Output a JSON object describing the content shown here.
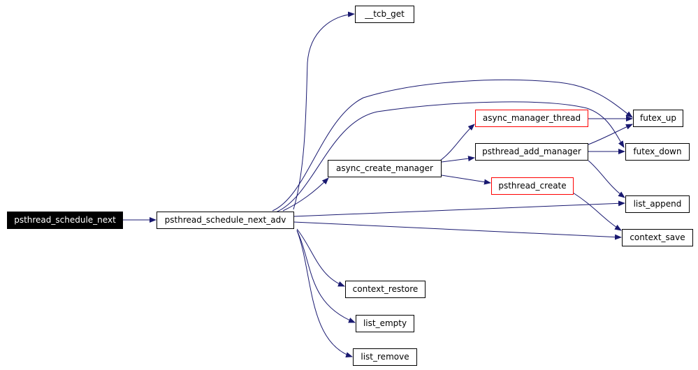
{
  "colors": {
    "edge": "#191970",
    "node_border": "#000000",
    "highlight_border": "#ff0000",
    "root_fill": "#000000",
    "root_text": "#ffffff"
  },
  "nodes": {
    "psthread_schedule_next": "psthread_schedule_next",
    "psthread_schedule_next_adv": "psthread_schedule_next_adv",
    "tcb_get": "__tcb_get",
    "async_create_manager": "async_create_manager",
    "async_manager_thread": "async_manager_thread",
    "psthread_add_manager": "psthread_add_manager",
    "psthread_create": "psthread_create",
    "futex_up": "futex_up",
    "futex_down": "futex_down",
    "list_append": "list_append",
    "context_save": "context_save",
    "context_restore": "context_restore",
    "list_empty": "list_empty",
    "list_remove": "list_remove"
  },
  "edges": [
    [
      "psthread_schedule_next",
      "psthread_schedule_next_adv"
    ],
    [
      "psthread_schedule_next_adv",
      "tcb_get"
    ],
    [
      "psthread_schedule_next_adv",
      "futex_up"
    ],
    [
      "psthread_schedule_next_adv",
      "futex_down"
    ],
    [
      "psthread_schedule_next_adv",
      "async_create_manager"
    ],
    [
      "psthread_schedule_next_adv",
      "list_append"
    ],
    [
      "psthread_schedule_next_adv",
      "context_save"
    ],
    [
      "psthread_schedule_next_adv",
      "context_restore"
    ],
    [
      "psthread_schedule_next_adv",
      "list_empty"
    ],
    [
      "psthread_schedule_next_adv",
      "list_remove"
    ],
    [
      "async_create_manager",
      "async_manager_thread"
    ],
    [
      "async_create_manager",
      "psthread_add_manager"
    ],
    [
      "async_create_manager",
      "psthread_create"
    ],
    [
      "async_manager_thread",
      "futex_up"
    ],
    [
      "psthread_add_manager",
      "futex_up"
    ],
    [
      "psthread_add_manager",
      "futex_down"
    ],
    [
      "psthread_add_manager",
      "list_append"
    ],
    [
      "psthread_create",
      "context_save"
    ]
  ]
}
